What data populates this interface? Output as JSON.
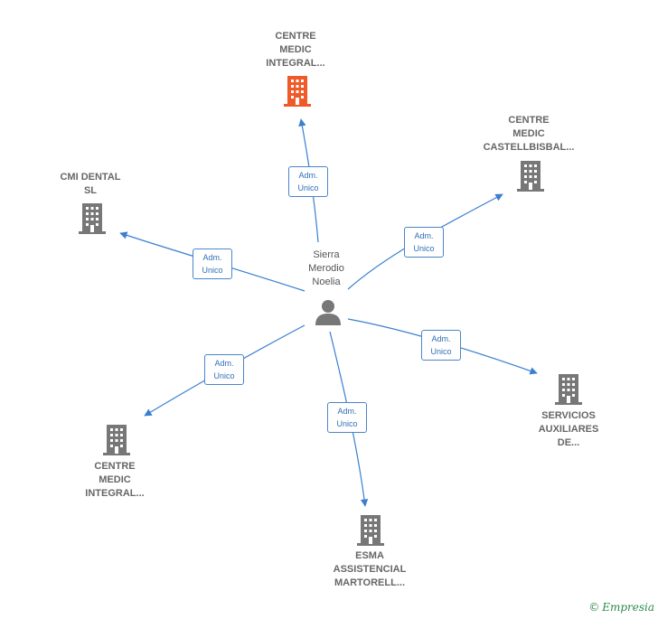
{
  "center": {
    "label": "Sierra\nMerodio\nNoelia",
    "icon": "person-icon"
  },
  "companies": [
    {
      "id": "centre-medic-integral-top",
      "label": "CENTRE\nMEDIC\nINTEGRAL...",
      "color": "#f05a28",
      "icon": "building-icon"
    },
    {
      "id": "centre-medic-castellbisbal",
      "label": "CENTRE\nMEDIC\nCASTELLBISBAL...",
      "color": "#777777",
      "icon": "building-icon"
    },
    {
      "id": "cmi-dental-sl",
      "label": "CMI DENTAL\nSL",
      "color": "#777777",
      "icon": "building-icon"
    },
    {
      "id": "servicios-auxiliares",
      "label": "SERVICIOS\nAUXILIARES\nDE...",
      "color": "#777777",
      "icon": "building-icon"
    },
    {
      "id": "centre-medic-integral-bottom",
      "label": "CENTRE\nMEDIC\nINTEGRAL...",
      "color": "#777777",
      "icon": "building-icon"
    },
    {
      "id": "esma-assistencial",
      "label": "ESMA\nASSISTENCIAL\nMARTORELL...",
      "color": "#777777",
      "icon": "building-icon"
    }
  ],
  "relations": [
    {
      "to": "centre-medic-integral-top",
      "label": "Adm.\nUnico"
    },
    {
      "to": "centre-medic-castellbisbal",
      "label": "Adm.\nUnico"
    },
    {
      "to": "cmi-dental-sl",
      "label": "Adm.\nUnico"
    },
    {
      "to": "servicios-auxiliares",
      "label": "Adm.\nUnico"
    },
    {
      "to": "centre-medic-integral-bottom",
      "label": "Adm.\nUnico"
    },
    {
      "to": "esma-assistencial",
      "label": "Adm.\nUnico"
    }
  ],
  "edge_color": "#3a7fd0",
  "watermark": {
    "symbol": "©",
    "brand": "Empresia"
  }
}
